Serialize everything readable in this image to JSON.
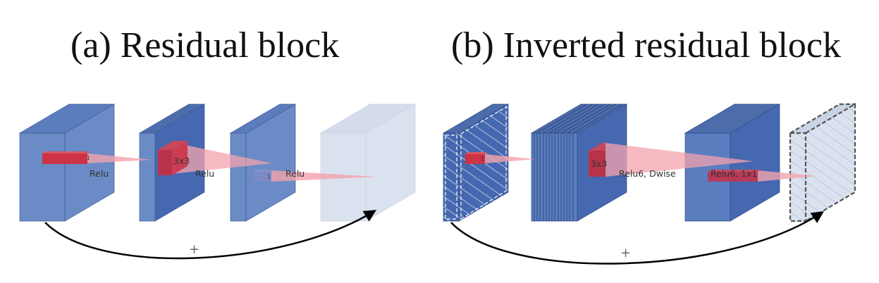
{
  "titles": {
    "a": "(a) Residual block",
    "b": "(b) Inverted residual block"
  },
  "panel_a": {
    "labels": {
      "kernel_1_first": "1",
      "relu_1": "Relu",
      "kernel_3x3": "3x3",
      "relu_2": "Relu",
      "kernel_1_last": "1",
      "relu_3": "Relu",
      "plus": "+"
    }
  },
  "panel_b": {
    "labels": {
      "kernel_1_first": "1",
      "kernel_3x3": "3x3",
      "relu6_dwise": "Relu6, Dwise",
      "relu6_1x1": "Relu6, 1x1",
      "plus": "+"
    }
  },
  "colors": {
    "block_face": "#6a8bc6",
    "block_top": "#5b7cbd",
    "block_side": "#4d6cac",
    "block_dark_face": "#4568b0",
    "block_light": "#dbe2ef",
    "kernel_red": "#cc3344",
    "beam_pink": "#f4a3ad",
    "skip_arrow": "#000000"
  }
}
